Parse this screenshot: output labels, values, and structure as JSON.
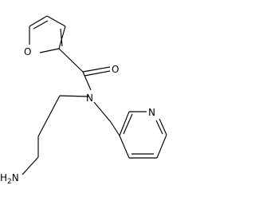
{
  "molecule": {
    "atoms": {
      "furan_oxygen": "O",
      "carbonyl_oxygen": "O",
      "amide_nitrogen": "N",
      "pyridine_nitrogen": "N",
      "amine": "H2N"
    }
  },
  "colors": {
    "bond": "#000000",
    "label": "#000000",
    "background": "#ffffff"
  }
}
